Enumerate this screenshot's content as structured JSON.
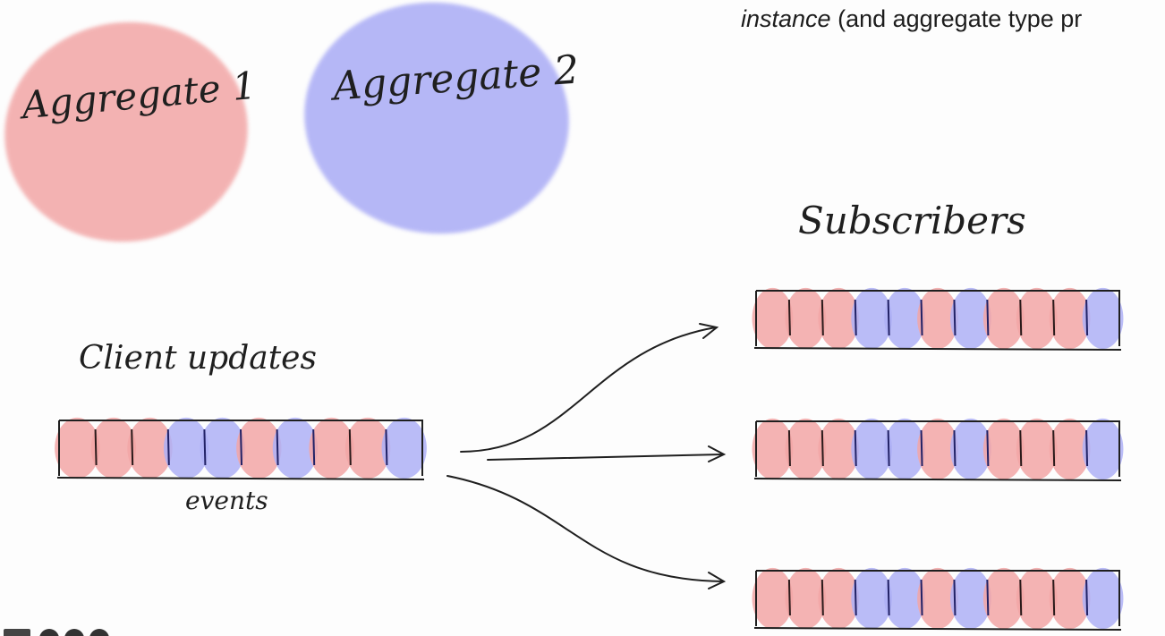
{
  "top_caption": {
    "italic": "instance",
    "rest": " (and aggregate type pr"
  },
  "aggregates": [
    {
      "label": "Aggregate 1",
      "color": "#f2a6a6"
    },
    {
      "label": "Aggregate 2",
      "color": "#aeb0f6"
    }
  ],
  "labels": {
    "client_updates": "Client updates",
    "events": "events",
    "subscribers": "Subscribers"
  },
  "colors": {
    "red": "#f2a6a6",
    "blue": "#aeb0f6",
    "ink": "#1f1f1f"
  },
  "source_stream": [
    "red",
    "red",
    "red",
    "blue",
    "blue",
    "red",
    "blue",
    "red",
    "red",
    "blue"
  ],
  "subscriber_streams": [
    [
      "red",
      "red",
      "red",
      "blue",
      "blue",
      "red",
      "blue",
      "red",
      "red",
      "red",
      "blue"
    ],
    [
      "red",
      "red",
      "red",
      "blue",
      "blue",
      "red",
      "blue",
      "red",
      "red",
      "red",
      "blue"
    ],
    [
      "red",
      "red",
      "red",
      "blue",
      "blue",
      "red",
      "blue",
      "red",
      "red",
      "red",
      "blue"
    ]
  ]
}
